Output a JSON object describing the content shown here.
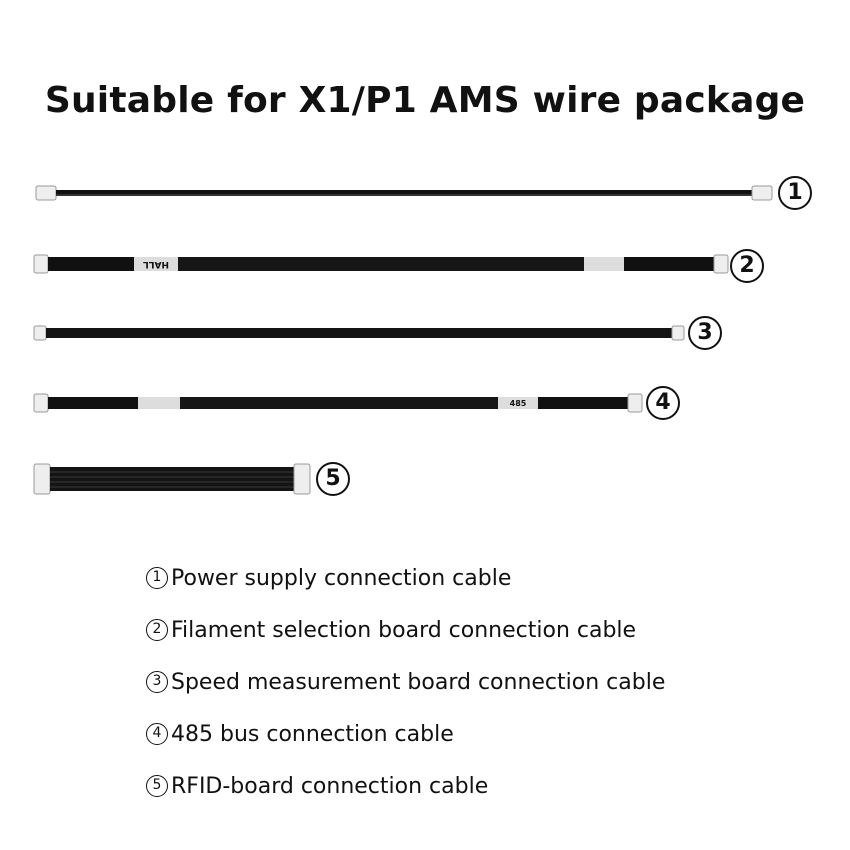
{
  "title": "Suitable for X1/P1 AMS wire package",
  "cables": [
    {
      "number": "1",
      "labels": []
    },
    {
      "number": "2",
      "labels": [
        "HALL"
      ]
    },
    {
      "number": "3",
      "labels": []
    },
    {
      "number": "4",
      "labels": [
        "485"
      ]
    },
    {
      "number": "5",
      "labels": []
    }
  ],
  "legend": [
    {
      "marker": "1",
      "text": "Power supply connection cable"
    },
    {
      "marker": "2",
      "text": "Filament selection board connection cable"
    },
    {
      "marker": "3",
      "text": "Speed measurement board connection cable"
    },
    {
      "marker": "4",
      "text": "485 bus connection cable"
    },
    {
      "marker": "5",
      "text": "RFID-board connection cable"
    }
  ]
}
